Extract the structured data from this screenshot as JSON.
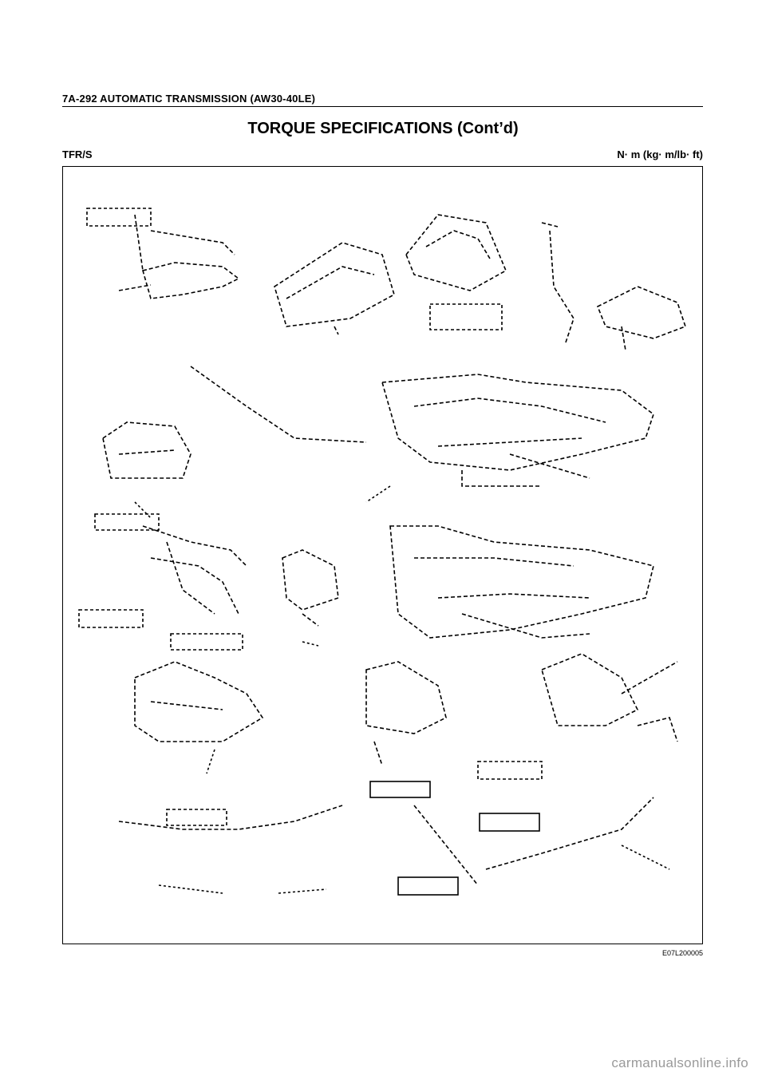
{
  "header": {
    "running_title": "7A-292  AUTOMATIC TRANSMISSION (AW30-40LE)"
  },
  "title": "TORQUE SPECIFICATIONS (Cont’d)",
  "subheader": {
    "left": "TFR/S",
    "right": "N· m (kg· m/lb· ft)"
  },
  "figure": {
    "code": "E07L200005"
  },
  "footer": {
    "watermark": "carmanualsonline.info"
  }
}
